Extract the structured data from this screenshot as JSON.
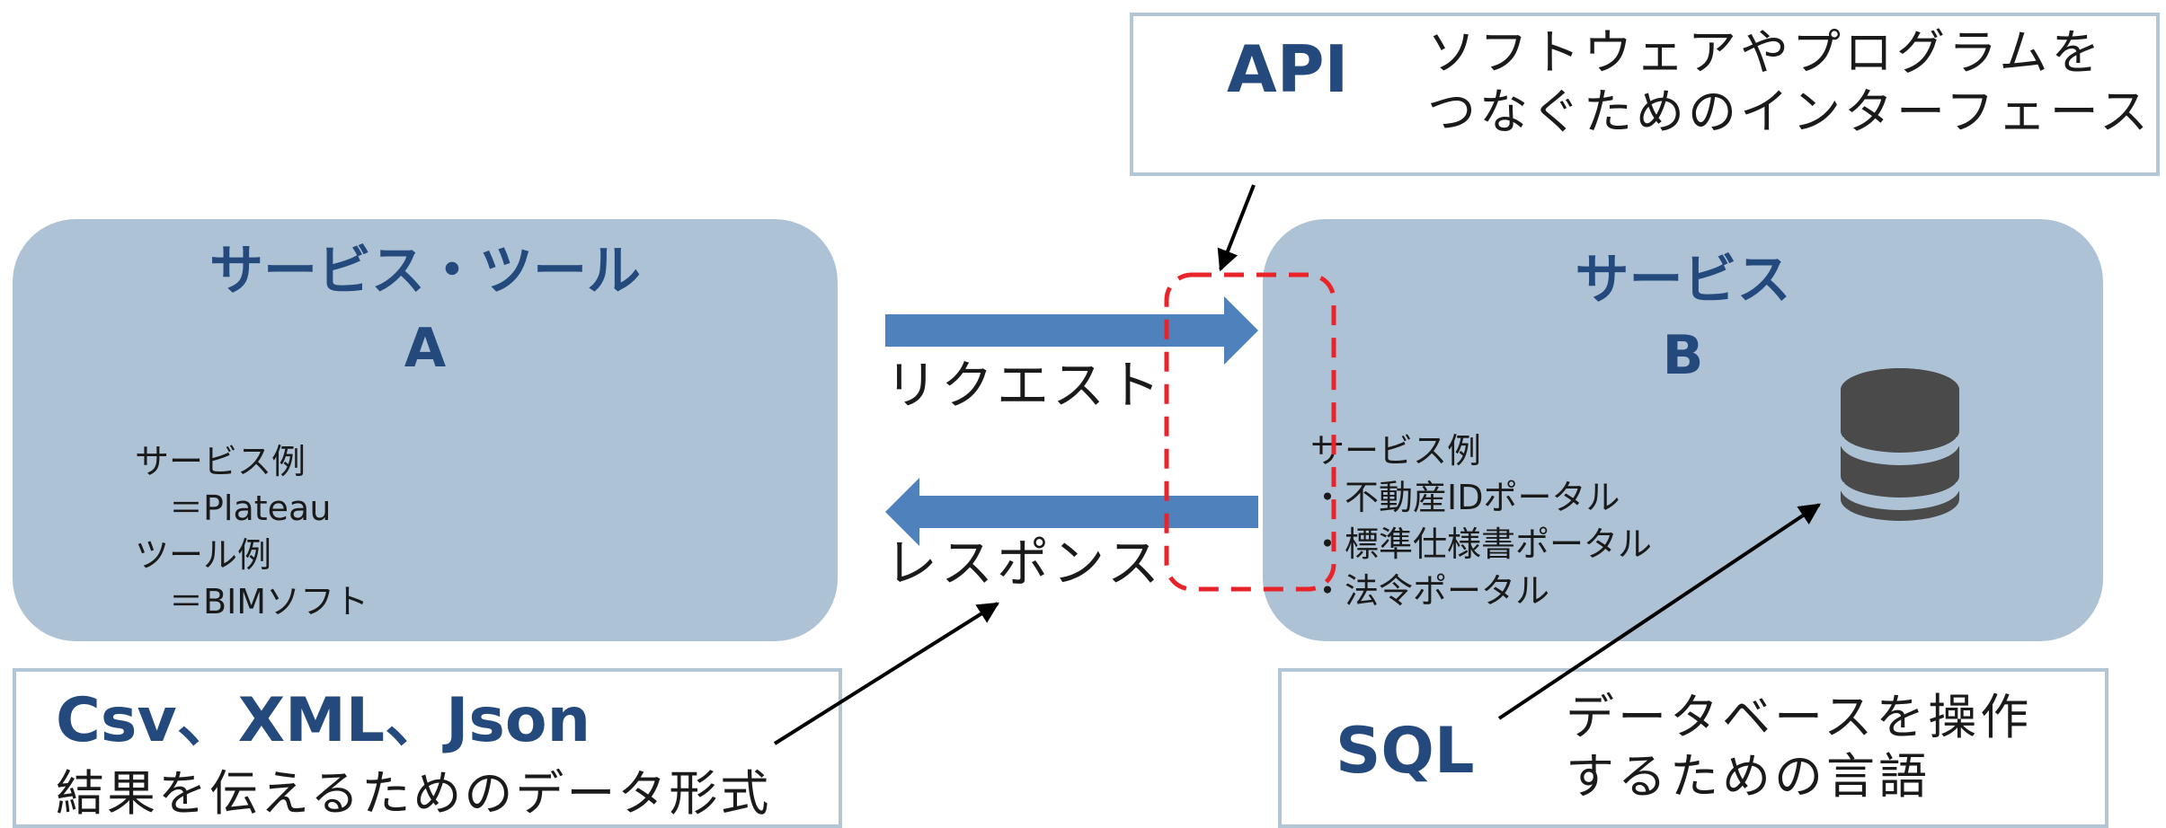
{
  "panel_a": {
    "title_line1": "サービス・ツール",
    "title_line2": "A",
    "examples": [
      "サービス例",
      "　＝Plateau",
      "ツール例",
      "　＝BIMソフト"
    ]
  },
  "panel_b": {
    "title_line1": "サービス",
    "title_line2": "B",
    "examples_heading": "サービス例",
    "examples": [
      "・不動産IDポータル",
      "・標準仕様書ポータル",
      "・法令ポータル"
    ],
    "icon": "database-icon"
  },
  "arrows": {
    "request_label": "リクエスト",
    "response_label": "レスポンス"
  },
  "api_box": {
    "term": "API",
    "desc_line1": "ソフトウェアやプログラムを",
    "desc_line2": "つなぐためのインターフェース"
  },
  "format_box": {
    "term": "Csv、XML、Json",
    "desc": "結果を伝えるためのデータ形式"
  },
  "sql_box": {
    "term": "SQL",
    "desc_line1": "データベースを操作",
    "desc_line2": "するための言語"
  },
  "colors": {
    "panel_fill": "#adc2d4",
    "title_blue": "#24497d",
    "arrow_blue": "#4f81bd",
    "dashed_red": "#e8232a",
    "box_border": "#b3c6d5",
    "db_icon": "#4a4a4a"
  }
}
